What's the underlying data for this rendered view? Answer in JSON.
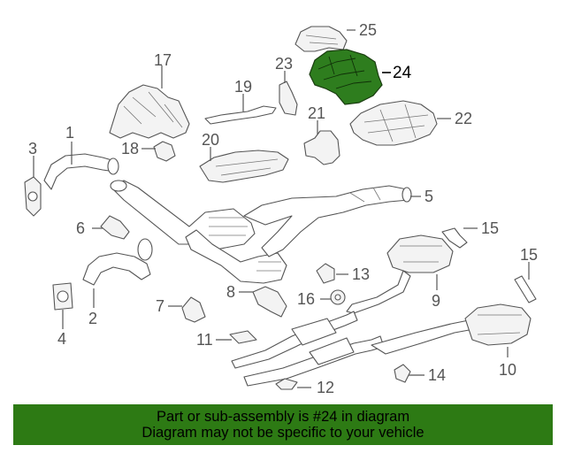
{
  "highlight_color": "#2e7d1e",
  "banner_color": "#2d7a14",
  "callouts": [
    {
      "label": "1"
    },
    {
      "label": "2"
    },
    {
      "label": "3"
    },
    {
      "label": "4"
    },
    {
      "label": "5"
    },
    {
      "label": "6"
    },
    {
      "label": "7"
    },
    {
      "label": "8"
    },
    {
      "label": "9"
    },
    {
      "label": "10"
    },
    {
      "label": "11"
    },
    {
      "label": "12"
    },
    {
      "label": "13"
    },
    {
      "label": "14"
    },
    {
      "label": "15"
    },
    {
      "label": "15"
    },
    {
      "label": "16"
    },
    {
      "label": "17"
    },
    {
      "label": "18"
    },
    {
      "label": "19"
    },
    {
      "label": "20"
    },
    {
      "label": "21"
    },
    {
      "label": "22"
    },
    {
      "label": "23"
    },
    {
      "label": "24"
    },
    {
      "label": "25"
    }
  ],
  "highlighted_part": "24",
  "banner": {
    "line1": "Part or sub-assembly is #24 in diagram",
    "line2": "Diagram may not be specific to your vehicle"
  }
}
